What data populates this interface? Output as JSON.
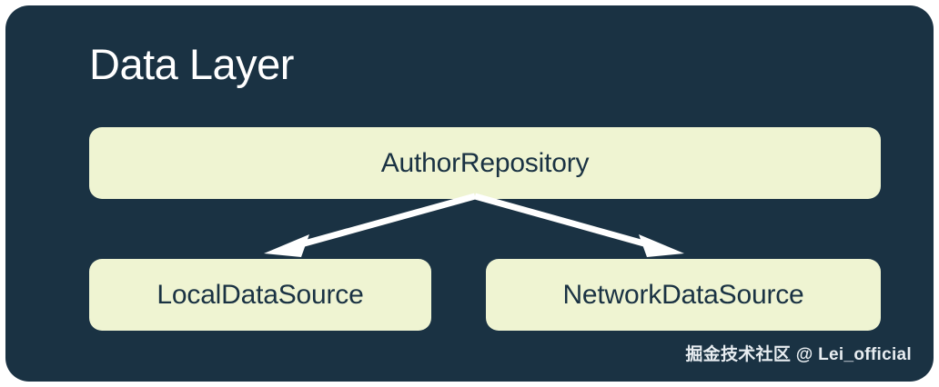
{
  "diagram": {
    "title": "Data Layer",
    "card_color": "#1a3243",
    "node_color": "#eff4d2",
    "node_text_color": "#1a3243",
    "title_color": "#ffffff",
    "arrow_color": "#ffffff",
    "nodes": [
      {
        "id": "repository",
        "label": "AuthorRepository"
      },
      {
        "id": "local",
        "label": "LocalDataSource"
      },
      {
        "id": "network",
        "label": "NetworkDataSource"
      }
    ],
    "edges": [
      {
        "from": "repository",
        "to": "local",
        "style": "arrow"
      },
      {
        "from": "repository",
        "to": "network",
        "style": "arrow"
      }
    ]
  },
  "watermark": {
    "text": "掘金技术社区 @ Lei_official"
  }
}
